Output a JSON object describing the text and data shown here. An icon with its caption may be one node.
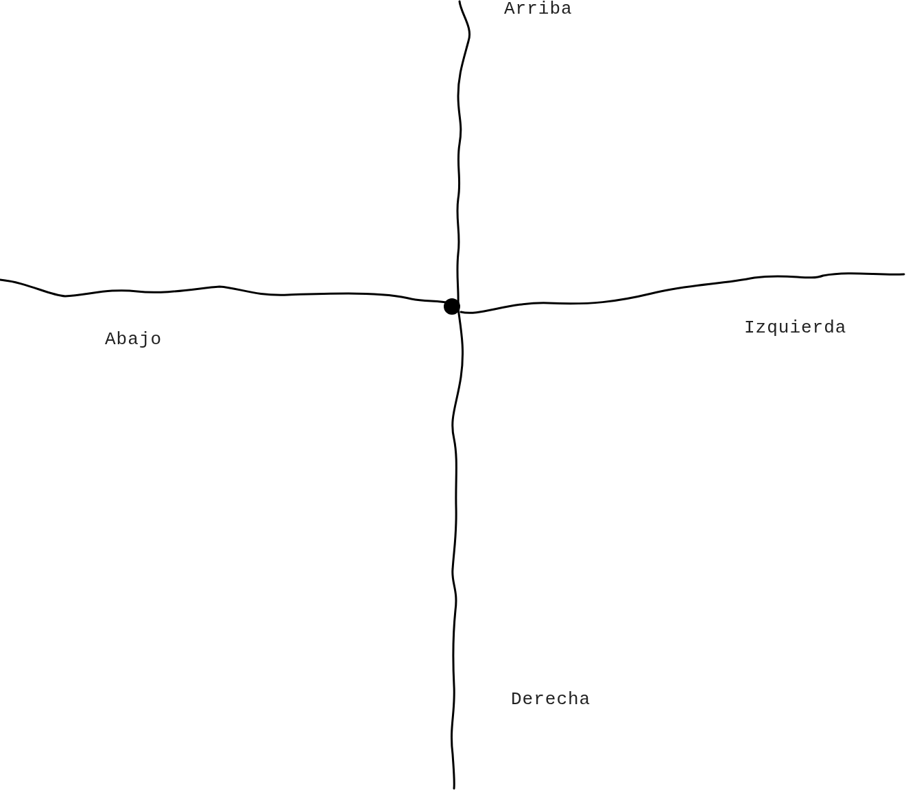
{
  "diagram": {
    "labels": [
      "Arriba",
      "Abajo",
      "Izquierda",
      "Derecha"
    ]
  }
}
